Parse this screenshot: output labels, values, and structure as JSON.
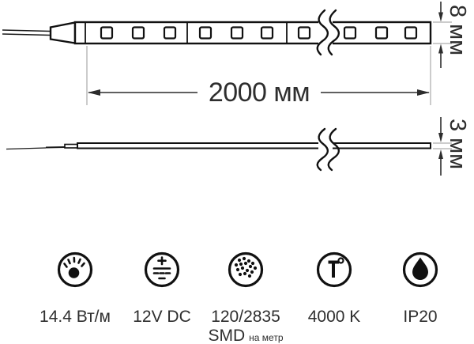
{
  "diagram": {
    "top_view": {
      "length_label": "2000 мм",
      "thickness_label": "8 мм"
    },
    "side_view": {
      "thickness_label": "3 мм"
    }
  },
  "specs": {
    "power": {
      "icon": "light-power-icon",
      "label": "14.4 Вт/м"
    },
    "voltage": {
      "icon": "dc-voltage-icon",
      "label": "12V DC"
    },
    "leds": {
      "icon": "smd-leds-icon",
      "label": "120/2835",
      "sub_label": "SMD",
      "sub_label_small": "на метр"
    },
    "color_temperature": {
      "icon": "temperature-icon",
      "label": "4000 K"
    },
    "ip_rating": {
      "icon": "water-drop-icon",
      "label": "IP20"
    }
  },
  "colors": {
    "line": "#111111",
    "dimension": "#2c2c2c",
    "extension": "#9a9a9a",
    "text": "#2e2e2e",
    "background": "#ffffff"
  }
}
